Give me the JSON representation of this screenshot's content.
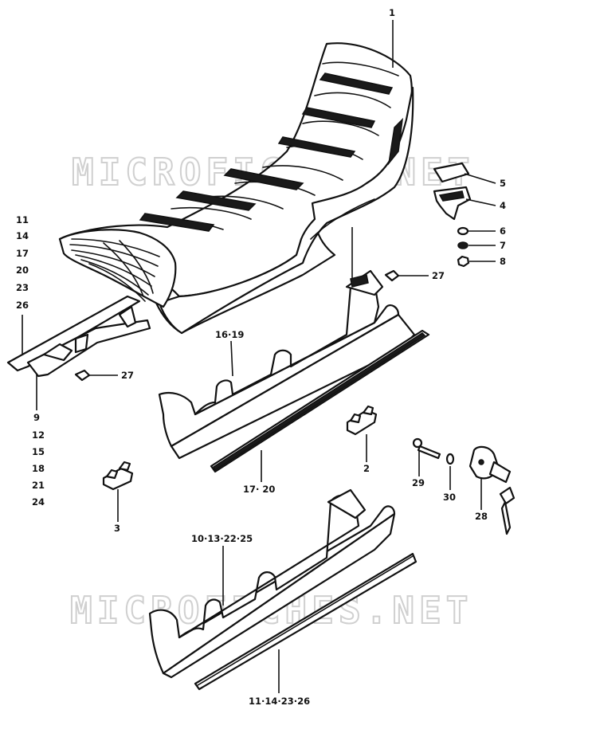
{
  "watermark": "MICROFICHES.NET",
  "labels": {
    "p1": "1",
    "p2": "2",
    "p3": "3",
    "p4": "4",
    "p5": "5",
    "p6": "6",
    "p7": "7",
    "p8": "8",
    "p27a": "27",
    "p27b": "27",
    "p28": "28",
    "p29": "29",
    "p30": "30",
    "g1619": "16·19",
    "g1720": "17· 20",
    "g1013": "10·13·22·25",
    "g1114": "11·14·23·26",
    "col_left_top": [
      "11",
      "14",
      "17",
      "20",
      "23",
      "26"
    ],
    "col_left_bottom": [
      "9",
      "12",
      "15",
      "18",
      "21",
      "24"
    ]
  },
  "colors": {
    "ink": "#111111",
    "watermark": "#d0d0d0",
    "paper": "#ffffff"
  }
}
